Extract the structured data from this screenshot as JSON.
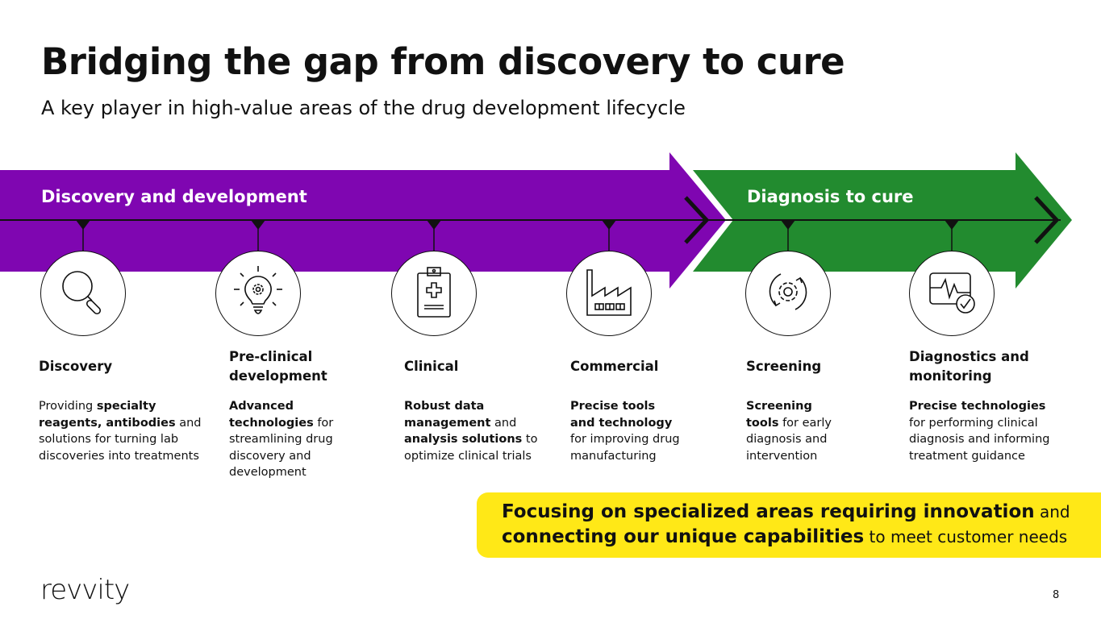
{
  "title": "Bridging the gap from discovery to cure",
  "subtitle": "A key player in high-value areas of the drug development lifecycle",
  "bands": {
    "left_label": "Discovery and development",
    "right_label": "Diagnosis to cure",
    "left_color": "#7f06b1",
    "right_color": "#228b2f"
  },
  "stages": [
    {
      "icon": "magnifier-icon",
      "title": "Discovery",
      "desc": [
        {
          "t": "Providing ",
          "b": false
        },
        {
          "t": "specialty reagents, antibodies",
          "b": true
        },
        {
          "t": " and solutions for turning lab discoveries into treatments",
          "b": false
        }
      ]
    },
    {
      "icon": "lightbulb-gear-icon",
      "title": "Pre-clinical development",
      "desc": [
        {
          "t": "Advanced technologies",
          "b": true
        },
        {
          "t": " for streamlining drug discovery and development",
          "b": false
        }
      ]
    },
    {
      "icon": "clipboard-medical-icon",
      "title": "Clinical",
      "desc": [
        {
          "t": "Robust data management",
          "b": true
        },
        {
          "t": " and ",
          "b": false
        },
        {
          "t": "analysis solutions",
          "b": true
        },
        {
          "t": " to optimize clinical trials",
          "b": false
        }
      ]
    },
    {
      "icon": "factory-icon",
      "title": "Commercial",
      "desc": [
        {
          "t": "Precise tools and technology",
          "b": true
        },
        {
          "t": " for improving drug manufacturing",
          "b": false
        }
      ]
    },
    {
      "icon": "gear-cycle-icon",
      "title": "Screening",
      "desc": [
        {
          "t": "Screening tools",
          "b": true
        },
        {
          "t": " for early diagnosis and intervention",
          "b": false
        }
      ]
    },
    {
      "icon": "monitor-check-icon",
      "title": "Diagnostics and monitoring",
      "desc": [
        {
          "t": "Precise technologies",
          "b": true
        },
        {
          "t": " for performing clinical diagnosis and informing treatment guidance",
          "b": false
        }
      ]
    }
  ],
  "callout": {
    "bold1": "Focusing on specialized areas requiring innovation",
    "text1": " and",
    "bold2": "connecting our unique capabilities",
    "text2": " to meet customer needs",
    "color": "#ffe817"
  },
  "logo": "revvity",
  "page_number": "8"
}
